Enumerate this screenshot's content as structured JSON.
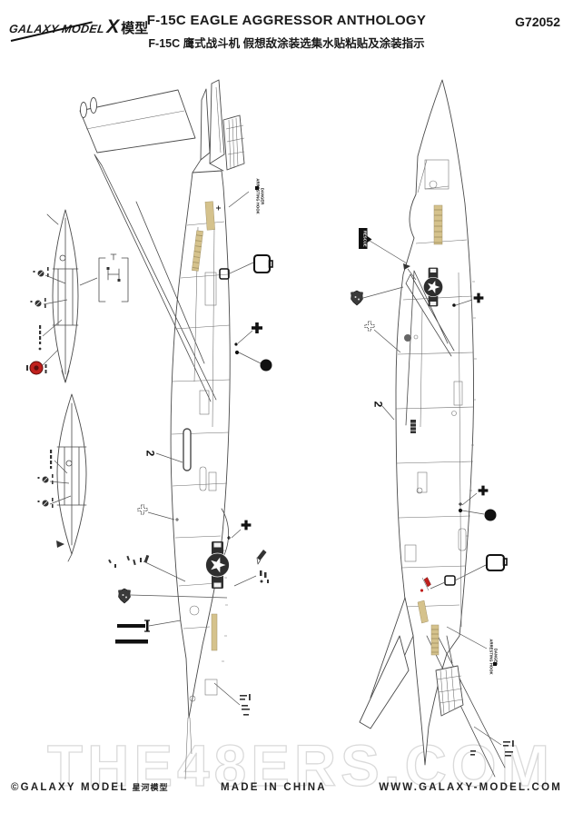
{
  "header": {
    "logo_text": "GALAXY MODEL",
    "logo_x": "X",
    "logo_cn": "模型",
    "title": "F-15C EAGLE AGGRESSOR ANTHOLOGY",
    "subtitle": "F-15C 鹰式战斗机 假想敌涂装选集水贴粘贴及涂装指示",
    "product_code": "G72052"
  },
  "diagram": {
    "labels": {
      "step_left": "2",
      "step_right": "2",
      "rescue_decal": "RESCUE",
      "arresting_hook_left": "DANGER\nARRESTING HOOK",
      "arresting_hook_left_line1": "DANGER",
      "arresting_hook_left_line2": "ARRESTING HOOK",
      "arresting_hook_right_line1": "DANGER",
      "arresting_hook_right_line2": "ARRESTING HOOK"
    },
    "decals": {
      "walkway_strips": "tan walkway strips",
      "national_insignia": "low-viz star-and-bars roundel",
      "rescue_marking": "black rescue arrow placard",
      "squadron_badge": "dark squadron shield badge",
      "canopy_placard": "rounded-square outline placard",
      "black_cross": "solid black cross decal",
      "dashed_cross": "dashed cross position marker",
      "black_disc": "solid black disc decal",
      "red_roundel": "red disc marking on fuel tank"
    },
    "colors": {
      "line": "#4a4a4a",
      "walkway_tan": "#d5c28c",
      "insignia_dark": "#2e2e2e",
      "roundel_red": "#c0201d",
      "decal_black": "#111111"
    }
  },
  "watermark": "THE48ERS.COM",
  "footer": {
    "copyright_en": "©GALAXY MODEL",
    "copyright_cn": "星河模型",
    "made_in": "MADE IN CHINA",
    "website": "WWW.GALAXY-MODEL.COM"
  }
}
